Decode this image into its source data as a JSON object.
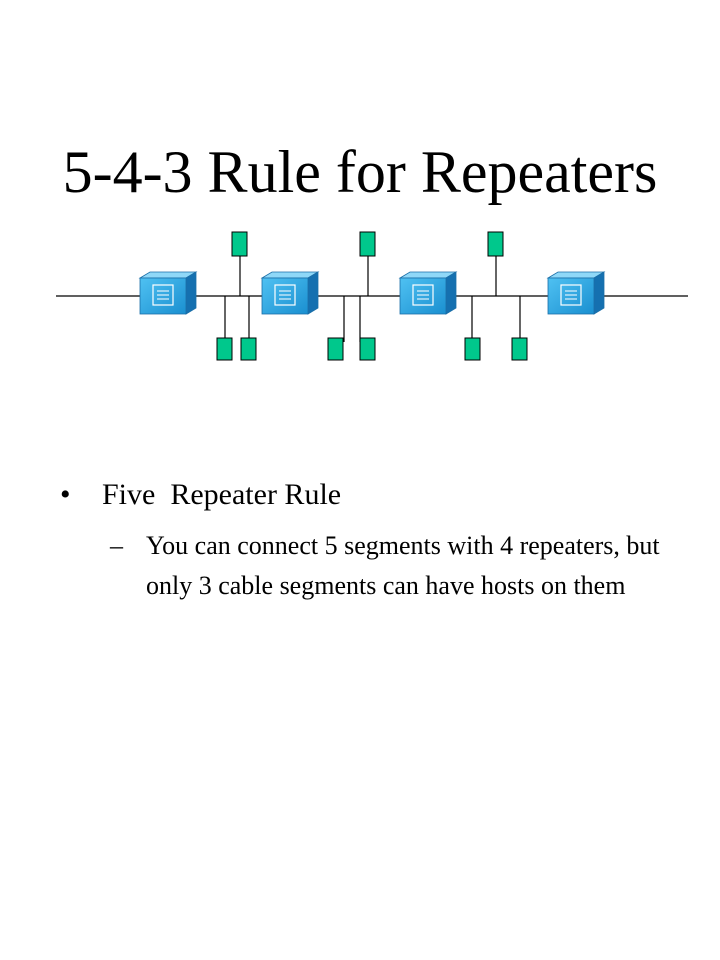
{
  "slide": {
    "title": "5-4-3 Rule for Repeaters"
  },
  "diagram": {
    "repeater_icon": "repeater-box-icon",
    "host_icon": "host-station-icon",
    "repeater_color": "#1f9bd8",
    "host_color": "#00c88c"
  },
  "content": {
    "bullet_marker": "•",
    "bullet": "Five  Repeater Rule",
    "sub_marker": "–",
    "sub_bullet": "You can connect 5 segments with 4 repeaters, but only 3 cable segments can have hosts on them"
  }
}
